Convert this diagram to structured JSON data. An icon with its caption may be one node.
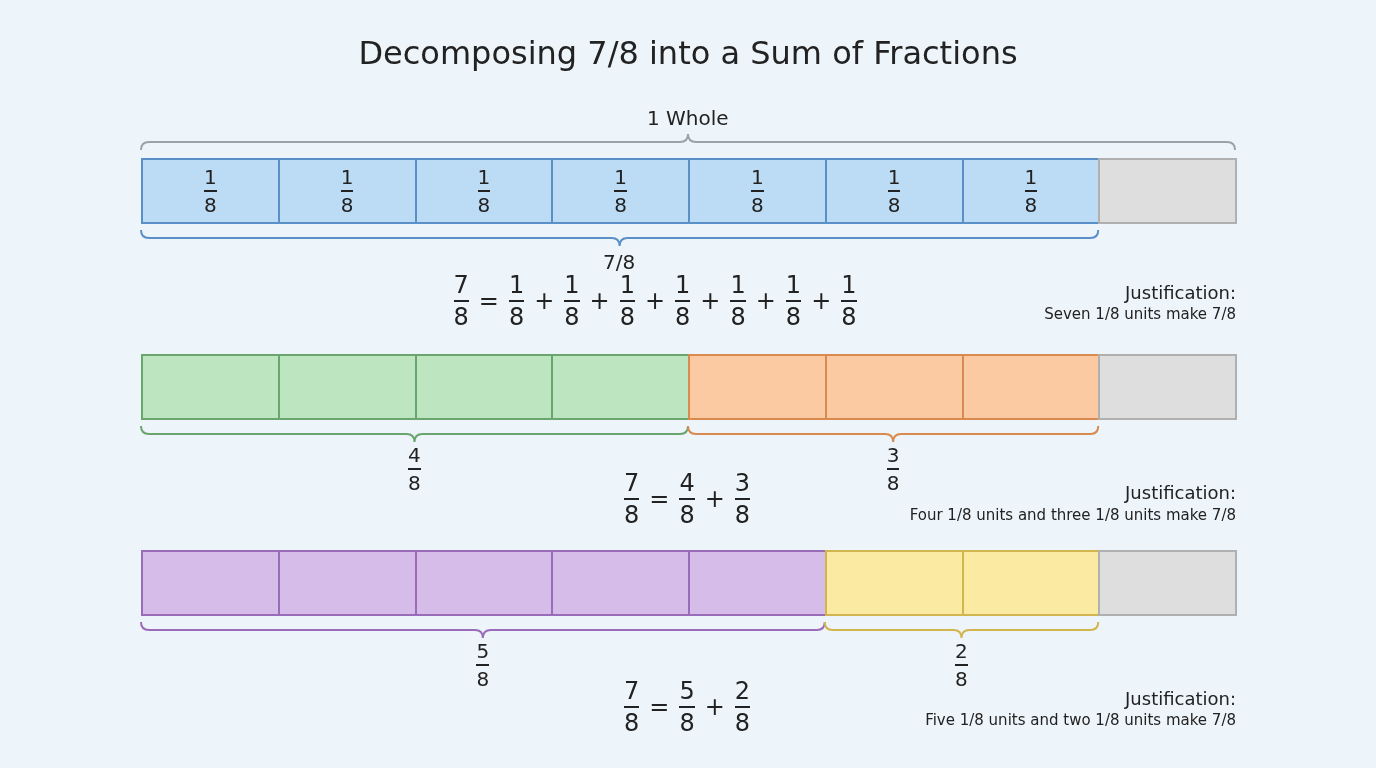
{
  "diagram": {
    "title": "Decomposing 7/8 into a Sum of Fractions",
    "nodes": [
      {
        "text": [
          "1",
          "8"
        ]
      },
      {
        "text": [
          "1",
          "8"
        ]
      },
      {
        "text": [
          "1",
          "8"
        ]
      },
      {
        "text": [
          "1",
          "8"
        ]
      },
      {
        "text": [
          "1",
          "8"
        ]
      },
      {
        "text": [
          "1",
          "8"
        ]
      },
      {
        "text": [
          "1",
          "8"
        ]
      },
      {
        "text": [],
        "shape": "box"
      },
      {
        "text": [],
        "shape": "box"
      },
      {
        "text": [],
        "shape": "box"
      },
      {
        "text": [],
        "shape": "box"
      },
      {
        "text": [],
        "shape": "box"
      },
      {
        "text": [],
        "shape": "box"
      },
      {
        "text": [],
        "shape": "box"
      },
      {
        "text": [],
        "shape": "box"
      },
      {
        "text": [],
        "shape": "box"
      },
      {
        "text": [],
        "shape": "box"
      },
      {
        "text": [],
        "shape": "box"
      },
      {
        "text": [],
        "shape": "box"
      },
      {
        "text": [],
        "shape": "box"
      },
      {
        "text": [],
        "shape": "box"
      },
      {
        "text": [],
        "shape": "box"
      },
      {
        "text": [],
        "shape": "box"
      },
      {
        "text": [],
        "shape": "box"
      }
    ],
    "labels": [
      "1 Whole",
      "7/8",
      "7",
      "8",
      "=",
      "1",
      "8",
      "+",
      "1",
      "8",
      "+",
      "1",
      "8",
      "+",
      "1",
      "8",
      "+",
      "1",
      "8",
      "+",
      "1",
      "8",
      "+",
      "1",
      "8",
      "Justification:",
      "Seven 1/8 units make 7/8",
      "4",
      "8",
      "3",
      "8",
      "7",
      "8",
      "=",
      "4",
      "8",
      "+",
      "3",
      "8",
      "Justification:",
      "Four 1/8 units and three 1/8 units make 7/8",
      "5",
      "8",
      "2",
      "8",
      "7",
      "8",
      "=",
      "5",
      "8",
      "+",
      "2",
      "8",
      "Justification:",
      "Five 1/8 units and two 1/8 units make 7/8"
    ]
  }
}
